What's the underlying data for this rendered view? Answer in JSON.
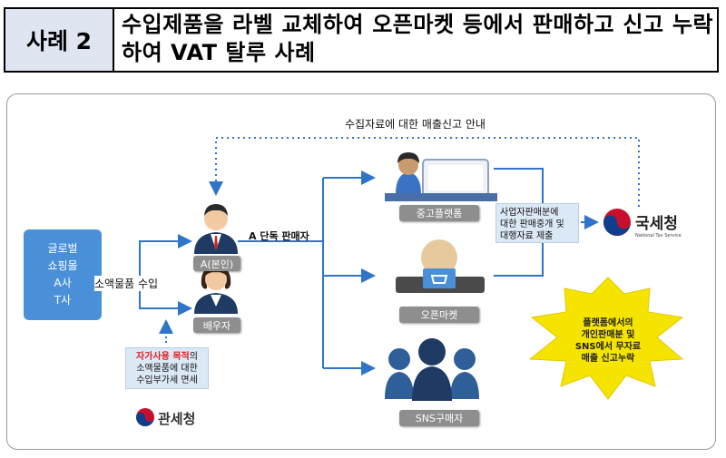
{
  "header": {
    "case_label": "사례 2",
    "title": "수입제품을 라벨 교체하여 오픈마켓 등에서 판매하고 신고 누락하여 VAT 탈루 사례"
  },
  "diagram": {
    "guidance_label": "수집자료에 대한 매출신고 안내",
    "global_mall": {
      "line1": "글로벌",
      "line2": "쇼핑몰",
      "line3": "A사",
      "line4": "T사"
    },
    "import_label": "소액물품 수입",
    "person_a": "A(본인)",
    "spouse": "배우자",
    "seller_label": "A 단독 판매자",
    "channels": [
      "중고플랫폼",
      "오픈마켓",
      "SNS구매자"
    ],
    "platform_box": {
      "line1": "사업자판매분에",
      "line2": "대한 판매중개 및",
      "line3": "대행자료 제출"
    },
    "exemption_box": {
      "highlight": "자가사용 목적",
      "line1_rest": "의",
      "line2": "소액물품에 대한",
      "line3": "수입부가세 면세"
    },
    "customs": "관세청",
    "nts": {
      "name": "국세청",
      "sub": "National Tax Service"
    },
    "starburst": {
      "line1": "플랫폼에서의",
      "line2": "개인판매분 및",
      "line3": "SNS에서 무자료",
      "line4": "매출 신고누락"
    }
  },
  "colors": {
    "accent_blue": "#4a90d9",
    "arrow_blue": "#2e74c8",
    "starburst": "#f5e400",
    "highlight_red": "#e02020",
    "header_label_bg": "#dfe6f1"
  }
}
